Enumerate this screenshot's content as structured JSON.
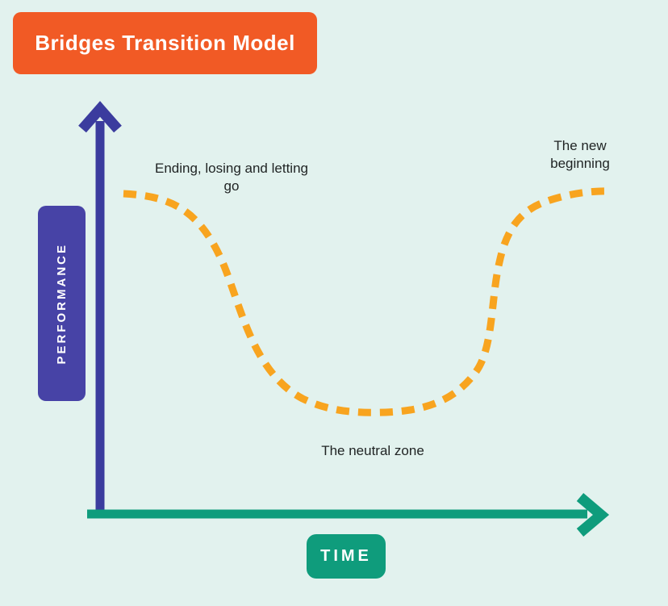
{
  "title": "Bridges Transition Model",
  "axes": {
    "y_label": "PERFORMANCE",
    "x_label": "TIME"
  },
  "phases": {
    "ending": "Ending, losing and letting go",
    "neutral": "The neutral zone",
    "beginning": "The new beginning"
  },
  "curve": {
    "style": "dashed",
    "shape": "U-curve: performance starts high, dips through the neutral zone, returns high at the new beginning"
  },
  "colors": {
    "background": "#e2f2ee",
    "title-bg": "#f15a25",
    "performance-bg": "#4743a6",
    "y-axis": "#3b3c9e",
    "x-axis": "#0f9c7c",
    "time-bg": "#0f9c7c",
    "curve": "#f8a41f",
    "text": "#1f2323"
  }
}
